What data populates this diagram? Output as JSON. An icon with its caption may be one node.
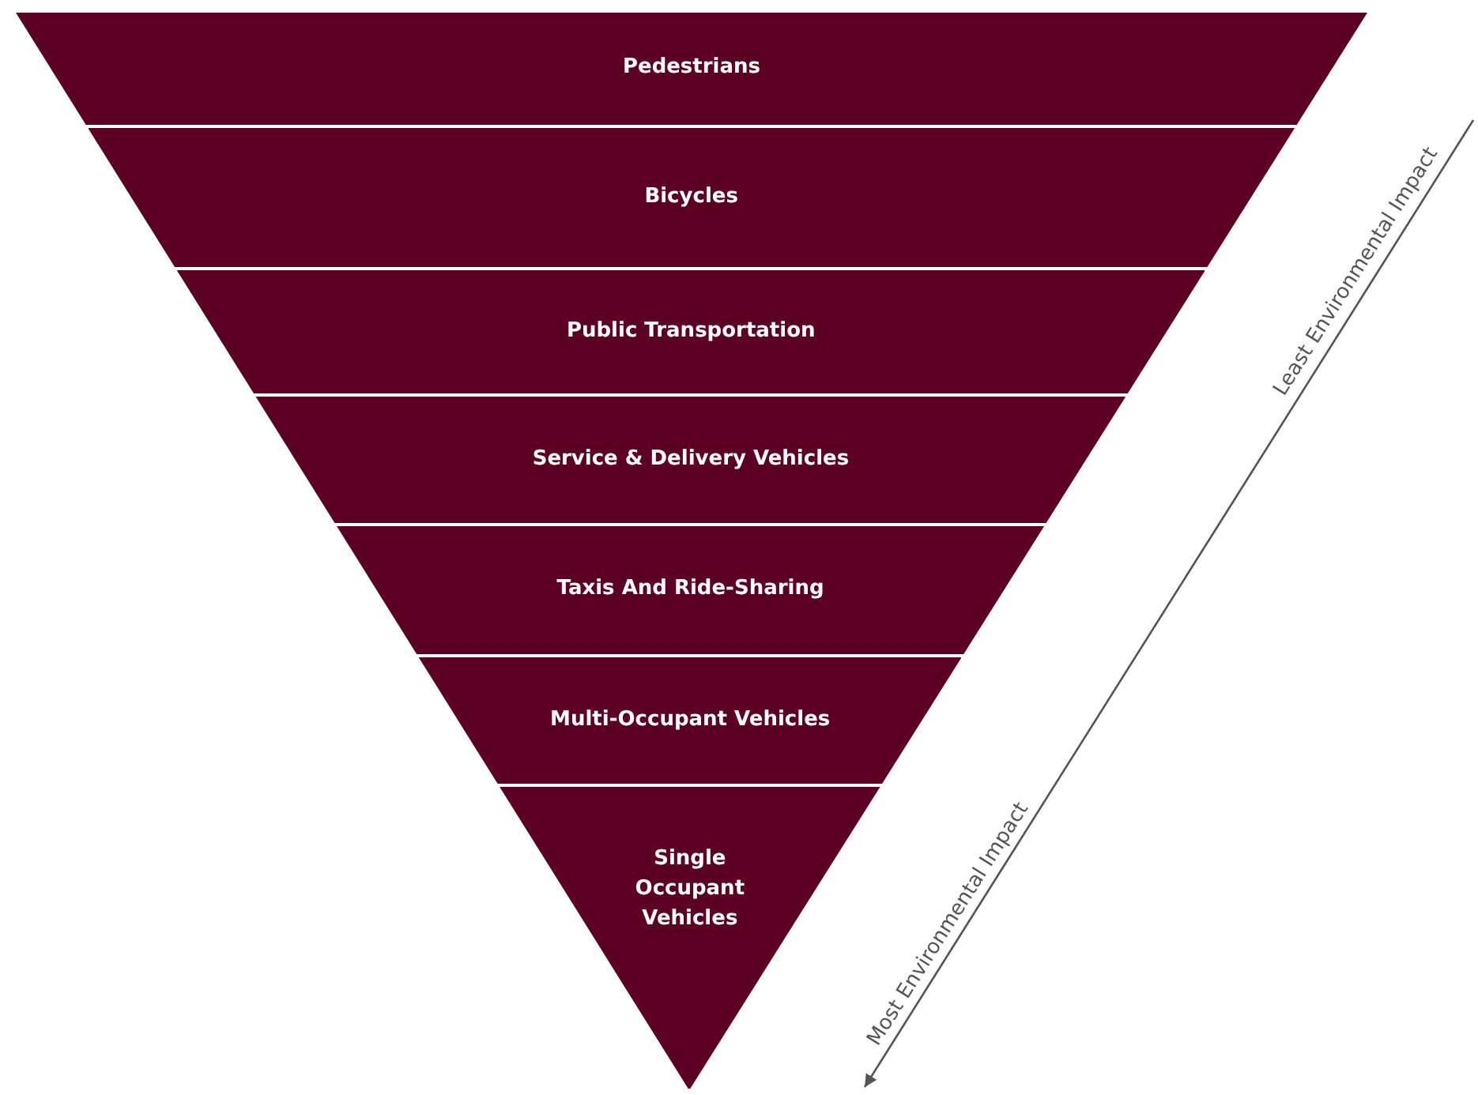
{
  "diagram": {
    "nodes": [
      {
        "text": [
          "Pedestrians"
        ]
      },
      {
        "text": [
          "Bicycles"
        ]
      },
      {
        "text": [
          "Public Transportation"
        ]
      },
      {
        "text": [
          "Service & Delivery Vehicles"
        ]
      },
      {
        "text": [
          "Taxis And Ride-Sharing"
        ]
      },
      {
        "text": [
          "Multi-Occupant Vehicles"
        ]
      },
      {
        "text": [
          "Single Occupant Vehicles"
        ]
      }
    ],
    "labels": [
      "Least Environmental Impact",
      "Most Environmental Impact"
    ]
  }
}
